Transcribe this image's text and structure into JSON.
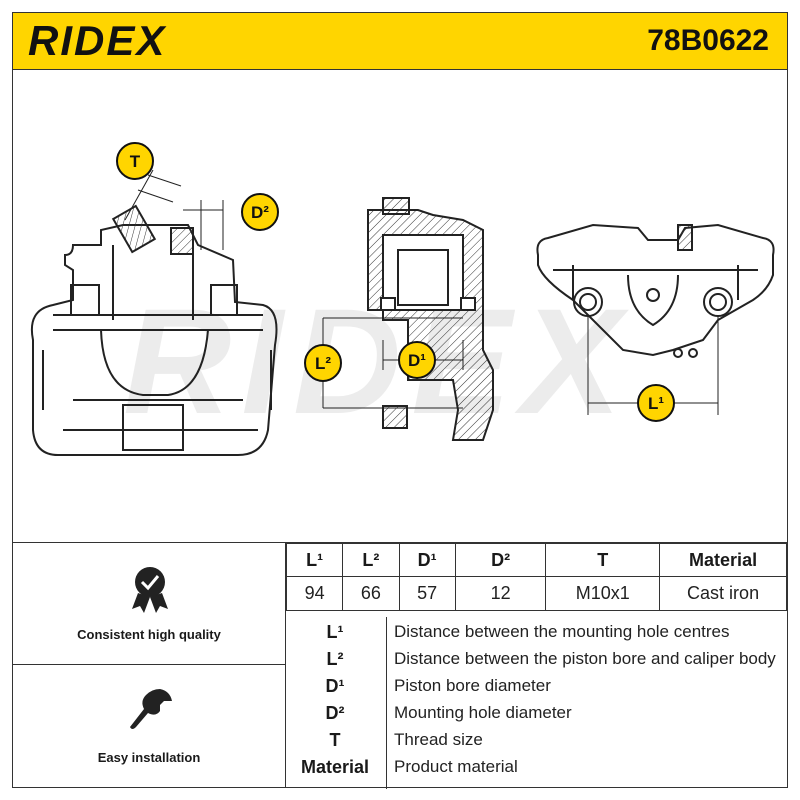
{
  "header": {
    "brand": "RIDEX",
    "part_number": "78B0622"
  },
  "drawing": {
    "watermark": "RIDEX",
    "labels": {
      "thread": "T",
      "hole_diameter": "D²",
      "body_distance": "L²",
      "piston_diameter": "D¹",
      "hole_spacing": "L¹"
    }
  },
  "features": [
    {
      "label": "Consistent high quality",
      "icon": "quality-medal-icon"
    },
    {
      "label": "Easy installation",
      "icon": "wrench-icon"
    }
  ],
  "specs": {
    "headers": [
      "L¹",
      "L²",
      "D¹",
      "D²",
      "T",
      "Material"
    ],
    "values": [
      "94",
      "66",
      "57",
      "12",
      "M10x1",
      "Cast iron"
    ]
  },
  "legend": [
    {
      "key": "L¹",
      "desc": "Distance between the mounting hole centres"
    },
    {
      "key": "L²",
      "desc": "Distance between the piston bore and caliper body"
    },
    {
      "key": "D¹",
      "desc": "Piston bore diameter"
    },
    {
      "key": "D²",
      "desc": "Mounting hole diameter"
    },
    {
      "key": "T",
      "desc": "Thread size"
    },
    {
      "key": "Material",
      "desc": "Product material"
    }
  ],
  "colors": {
    "brand_yellow": "#ffd500",
    "line": "#333333"
  }
}
